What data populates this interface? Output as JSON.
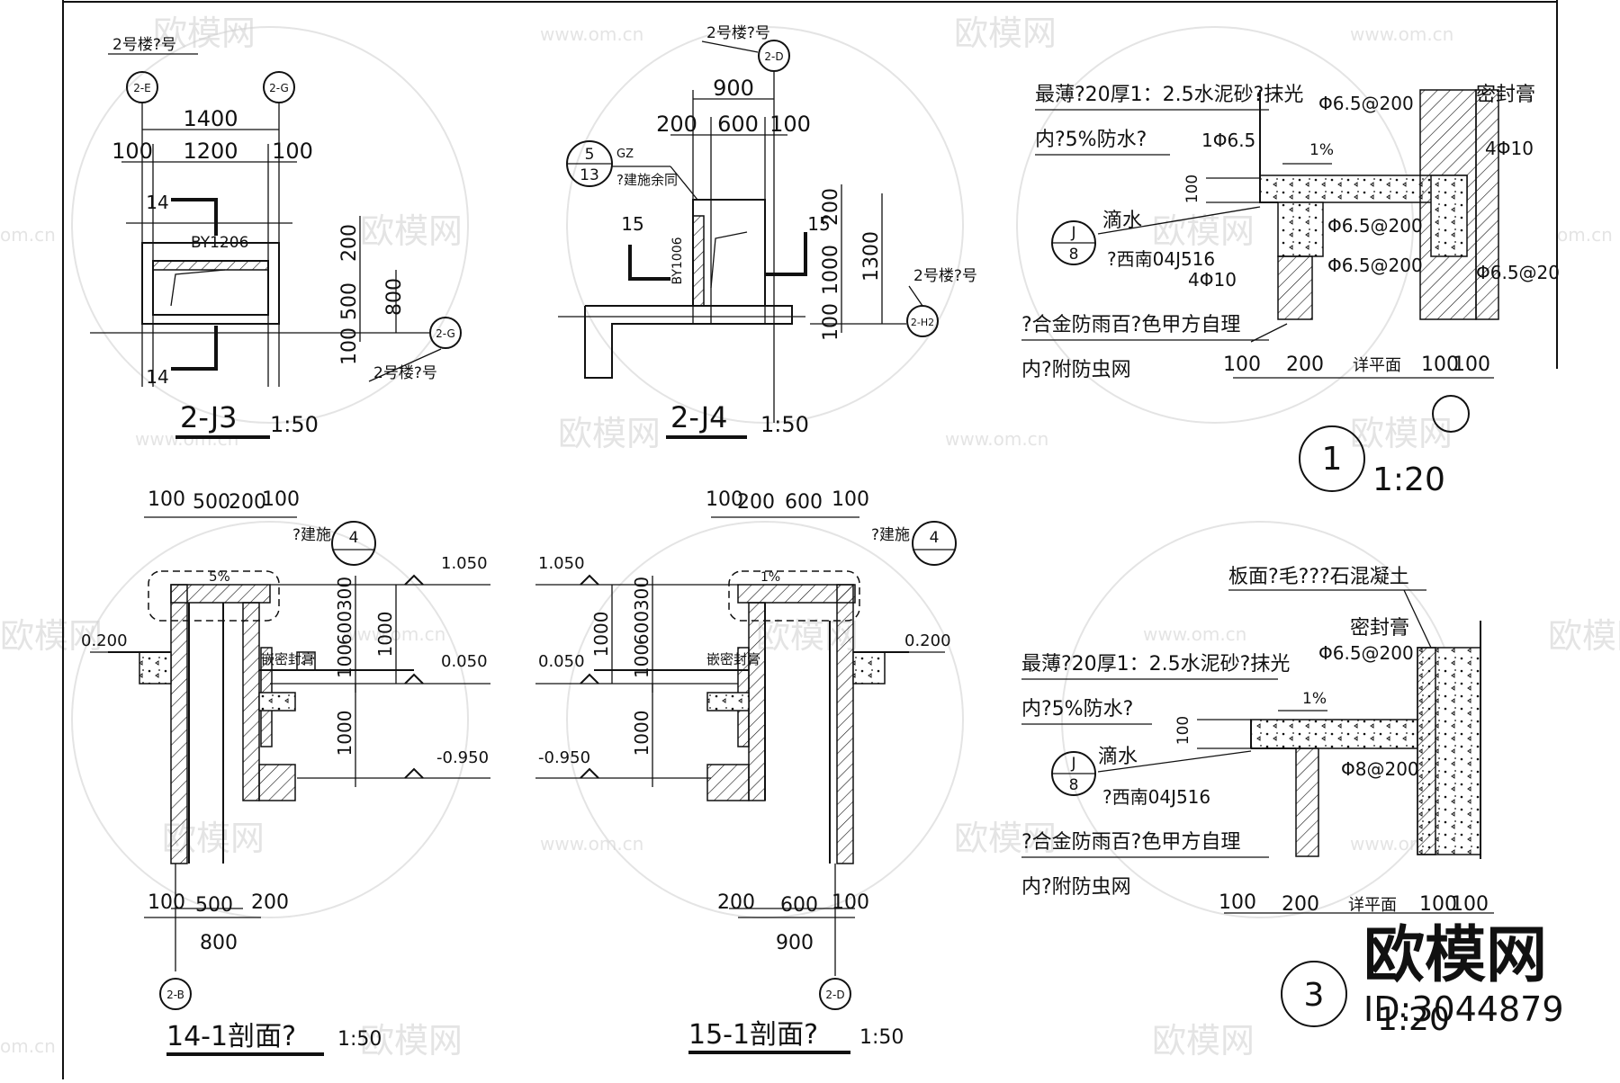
{
  "watermarks": {
    "brand": "欧模网",
    "url": "www.om.cn",
    "url_short": "om.cn"
  },
  "logo": {
    "brand": "欧模网",
    "id_label": "ID:3044879"
  },
  "d_j3": {
    "title": "2-J3",
    "scale": "1:50",
    "top_note": "2号楼?号",
    "right_note": "2号楼?号",
    "axis_left": "2-E",
    "axis_right": "2-G",
    "axis_side": "2-G",
    "dim_total": "1400",
    "dim_left": "100",
    "dim_mid": "1200",
    "dim_right": "100",
    "section_mark": "14",
    "label": "BY1206",
    "vdim_a": "200",
    "vdim_b": "500",
    "vdim_c": "100",
    "vdim_total": "800"
  },
  "d_j4": {
    "title": "2-J4",
    "scale": "1:50",
    "top_note": "2号楼?号",
    "right_note": "2号楼?号",
    "axis_top": "2-D",
    "axis_side": "2-H2",
    "dim_total": "900",
    "dim_left": "200",
    "dim_mid": "600",
    "dim_right": "100",
    "ref_num": "5",
    "ref_den": "13",
    "gz": "GZ",
    "ref_note": "?建施余同",
    "section_mark": "15",
    "label": "BY1006",
    "vdim_a": "200",
    "vdim_b": "1000",
    "vdim_c": "100",
    "vdim_total": "1300"
  },
  "d_14": {
    "title": "14-1剖面?",
    "scale": "1:50",
    "top_dims": [
      "100",
      "500",
      "200",
      "100"
    ],
    "ref_note": "?建施",
    "ref_num": "4",
    "elev_top": "1.050",
    "elev_left": "0.200",
    "elev_mid": "0.050",
    "elev_low": "-0.950",
    "vdims": [
      "300",
      "600",
      "100",
      "1000",
      "1000"
    ],
    "slope": "5%",
    "seal": "嵌密封膏",
    "bot_dims": [
      "100",
      "500",
      "200"
    ],
    "bot_total": "800",
    "axis": "2-B"
  },
  "d_15": {
    "title": "15-1剖面?",
    "scale": "1:50",
    "top_dims": [
      "100",
      "200",
      "600",
      "100"
    ],
    "ref_note": "?建施",
    "ref_num": "4",
    "elev_top": "1.050",
    "elev_right": "0.200",
    "elev_mid": "0.050",
    "elev_low": "-0.950",
    "vdims": [
      "300",
      "600",
      "100",
      "1000",
      "1000"
    ],
    "slope": "1%",
    "seal": "嵌密封膏",
    "bot_dims": [
      "200",
      "600",
      "100"
    ],
    "bot_total": "900",
    "axis": "2-D"
  },
  "d_1": {
    "num": "1",
    "scale": "1:20",
    "n1": "最薄?20厚1：2.5水泥砂?抹光",
    "n2": "内?5%防水?",
    "n3": "1Φ6.5",
    "slope": "1%",
    "seal": "密封膏",
    "r1": "Φ6.5@200",
    "r2": "4Φ10",
    "r3": "Φ6.5@200",
    "r4": "Φ6.5@200",
    "r5": "Φ6.5@20",
    "r6": "4Φ10",
    "v100": "100",
    "drip": "滴水",
    "ref_num": "J",
    "ref_den": "8",
    "std": "?西南04J516",
    "n4": "?合金防雨百?色甲方自理",
    "n5": "内?附防虫网",
    "dims": [
      "100",
      "200",
      "详平面",
      "100",
      "100"
    ]
  },
  "d_3": {
    "num": "3",
    "scale": "1:20",
    "n0": "板面?毛???石混凝土",
    "seal": "密封膏",
    "r1": "Φ6.5@200",
    "n1": "最薄?20厚1：2.5水泥砂?抹光",
    "n2": "内?5%防水?",
    "slope": "1%",
    "v100": "100",
    "drip": "滴水",
    "ref_num": "J",
    "ref_den": "8",
    "std": "?西南04J516",
    "r2": "Φ8@200",
    "n4": "?合金防雨百?色甲方自理",
    "n5": "内?附防虫网",
    "dims": [
      "100",
      "200",
      "详平面",
      "100",
      "100"
    ]
  }
}
